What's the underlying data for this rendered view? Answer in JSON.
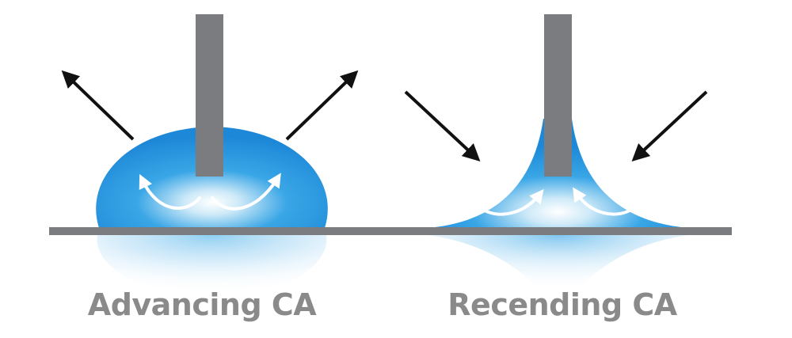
{
  "labels": {
    "advancing": "Advancing CA",
    "receding": "Recending CA"
  },
  "colors": {
    "droplet_edge": "#1e88d8",
    "droplet_mid": "#39a6e6",
    "droplet_center": "#ffffff",
    "needle": "#7b7c7f",
    "substrate": "#7b7c7f",
    "force_arrow": "#111111",
    "flow_arrow": "#ffffff",
    "caption": "#8a8a8a"
  },
  "icons": {
    "force_arrow": "black-straight-arrow",
    "flow_arrow": "white-curved-arrow",
    "needle": "dispensing-needle"
  },
  "advancing": {
    "force_direction": "outward",
    "flow_direction": "outward"
  },
  "receding": {
    "force_direction": "inward",
    "flow_direction": "inward"
  }
}
